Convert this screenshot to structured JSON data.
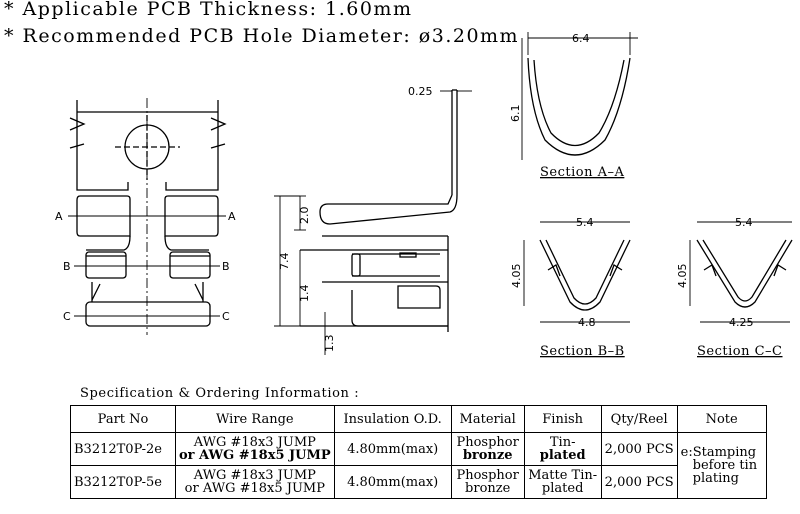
{
  "notes": {
    "thickness": "* Applicable PCB Thickness: 1.60mm",
    "hole": "* Recommended PCB Hole Diameter: ø3.20mm"
  },
  "dimensions": {
    "thickness_025": "0.25",
    "d20": "2.0",
    "d74": "7.4",
    "d14": "1.4",
    "d13": "1.3",
    "a_width": "6.4",
    "a_height": "6.1",
    "b_top": "5.4",
    "b_height": "4.05",
    "b_bottom": "4.8",
    "c_top": "5.4",
    "c_height": "4.05",
    "c_bottom": "4.25"
  },
  "section_markers": {
    "a": "A",
    "b": "B",
    "c": "C"
  },
  "section_titles": {
    "a": "Section A–A",
    "b": "Section B–B",
    "c": "Section C–C"
  },
  "spec": {
    "heading": "Specification & Ordering Information :",
    "headers": [
      "Part No",
      "Wire Range",
      "Insulation O.D.",
      "Material",
      "Finish",
      "Qty/Reel",
      "Note"
    ],
    "rows": [
      {
        "part": "B3212T0P-2e",
        "wire1": "AWG #18x3 JUMP",
        "wire2": "or AWG #18x5 JUMP",
        "od": "4.80mm(max)",
        "mat1": "Phosphor",
        "mat2": "bronze",
        "fin1": "Tin-",
        "fin2": "plated",
        "qty": "2,000 PCS"
      },
      {
        "part": "B3212T0P-5e",
        "wire1": "AWG #18x3 JUMP",
        "wire2": "or AWG #18x5 JUMP",
        "od": "4.80mm(max)",
        "mat1": "Phosphor",
        "mat2": "bronze",
        "fin1": "Matte Tin-",
        "fin2": "plated",
        "qty": "2,000 PCS"
      }
    ],
    "note1": "e:Stamping",
    "note2": "before tin",
    "note3": "plating"
  }
}
